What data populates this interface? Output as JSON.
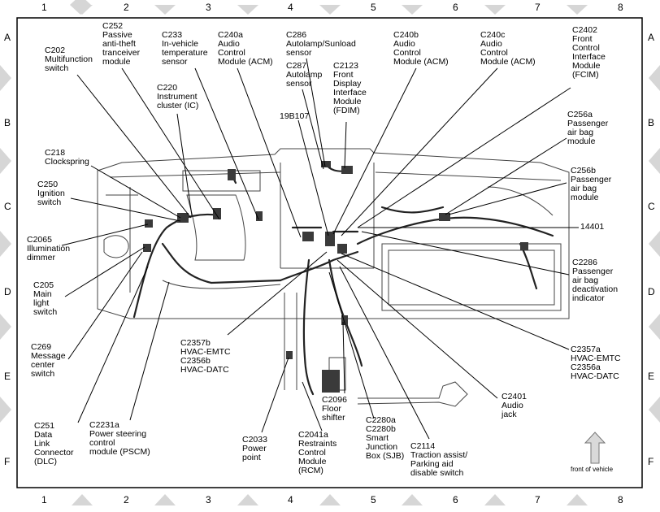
{
  "grid": {
    "columns": [
      "1",
      "2",
      "3",
      "4",
      "5",
      "6",
      "7",
      "8"
    ],
    "rows": [
      "A",
      "B",
      "C",
      "D",
      "E",
      "F"
    ]
  },
  "labels": {
    "c202": "C202\nMultifunction\nswitch",
    "c252": "C252\nPassive\nanti-theft\ntranceiver\nmodule",
    "c233": "C233\nIn-vehicle\ntemperature\nsensor",
    "c240a": "C240a\nAudio\nControl\nModule (ACM)",
    "c286": "C286\nAutolamp/Sunload\nsensor",
    "c287": "C287\nAutolamp\nsensor",
    "c2123": "C2123\nFront\nDisplay\nInterface\nModule\n(FDIM)",
    "c240b": "C240b\nAudio\nControl\nModule (ACM)",
    "c240c": "C240c\nAudio\nControl\nModule (ACM)",
    "c2402": "C2402\nFront\nControl\nInterface\nModule\n(FCIM)",
    "c220": "C220\nInstrument\ncluster (IC)",
    "19b107": "19B107",
    "c256a": "C256a\nPassenger\nair bag\nmodule",
    "c218": "C218\nClockspring",
    "c256b": "C256b\nPassenger\nair bag\nmodule",
    "c250": "C250\nIgnition\nswitch",
    "14401": "14401",
    "c2065": "C2065\nIllumination\ndimmer",
    "c2286": "C2286\nPassenger\nair bag\ndeactivation\nindicator",
    "c205": "C205\nMain\nlight\nswitch",
    "c2357b": "C2357b\nHVAC-EMTC\nC2356b\nHVAC-DATC",
    "c269": "C269\nMessage\ncenter\nswitch",
    "c2357a": "C2357a\nHVAC-EMTC\nC2356a\nHVAC-DATC",
    "c2401": "C2401\nAudio\njack",
    "c2096": "C2096\nFloor\nshifter",
    "c251": "C251\nData\nLink\nConnector\n(DLC)",
    "c2231a": "C2231a\nPower steering\ncontrol\nmodule (PSCM)",
    "c2033": "C2033\nPower\npoint",
    "c2041a": "C2041a\nRestraints\nControl\nModule\n(RCM)",
    "c2280": "C2280a\nC2280b\nSmart\nJunction\nBox (SJB)",
    "c2114": "C2114\nTraction assist/\nParking aid\ndisable switch",
    "front": "front of vehicle"
  },
  "colors": {
    "line": "#000000",
    "arrow_fill": "#d9d9d9",
    "diamond": "#d6d6d6",
    "part": "#3a3a3a"
  }
}
